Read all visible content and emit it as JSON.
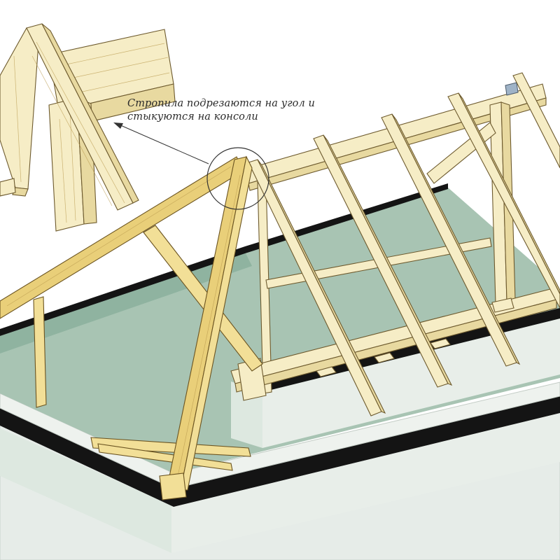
{
  "callout": {
    "line1": "Стропила подрезаются на угол и",
    "line2": "стыкуются на консоли"
  },
  "colors": {
    "pale_wood": "#f6edc6",
    "yellow_wood": "#e9cf79",
    "attic_floor": "#a8c4b3",
    "wall": "#e8eee9",
    "membrane": "#141414",
    "leader": "#333333"
  },
  "icons": {
    "detail_circle": "magnifier-circle",
    "arrow": "leader-arrow"
  }
}
